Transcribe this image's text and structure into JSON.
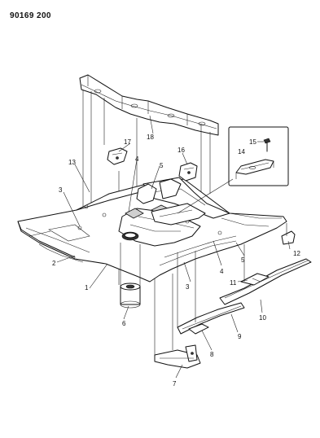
{
  "diagram_code": "90169 200",
  "callouts": [
    "1",
    "2",
    "3",
    "4",
    "5",
    "6",
    "7",
    "8",
    "9",
    "10",
    "11",
    "12",
    "13",
    "14",
    "15",
    "16",
    "17",
    "18"
  ],
  "callout_duplicates": {
    "3b": "3",
    "4b": "4",
    "5b": "5"
  }
}
